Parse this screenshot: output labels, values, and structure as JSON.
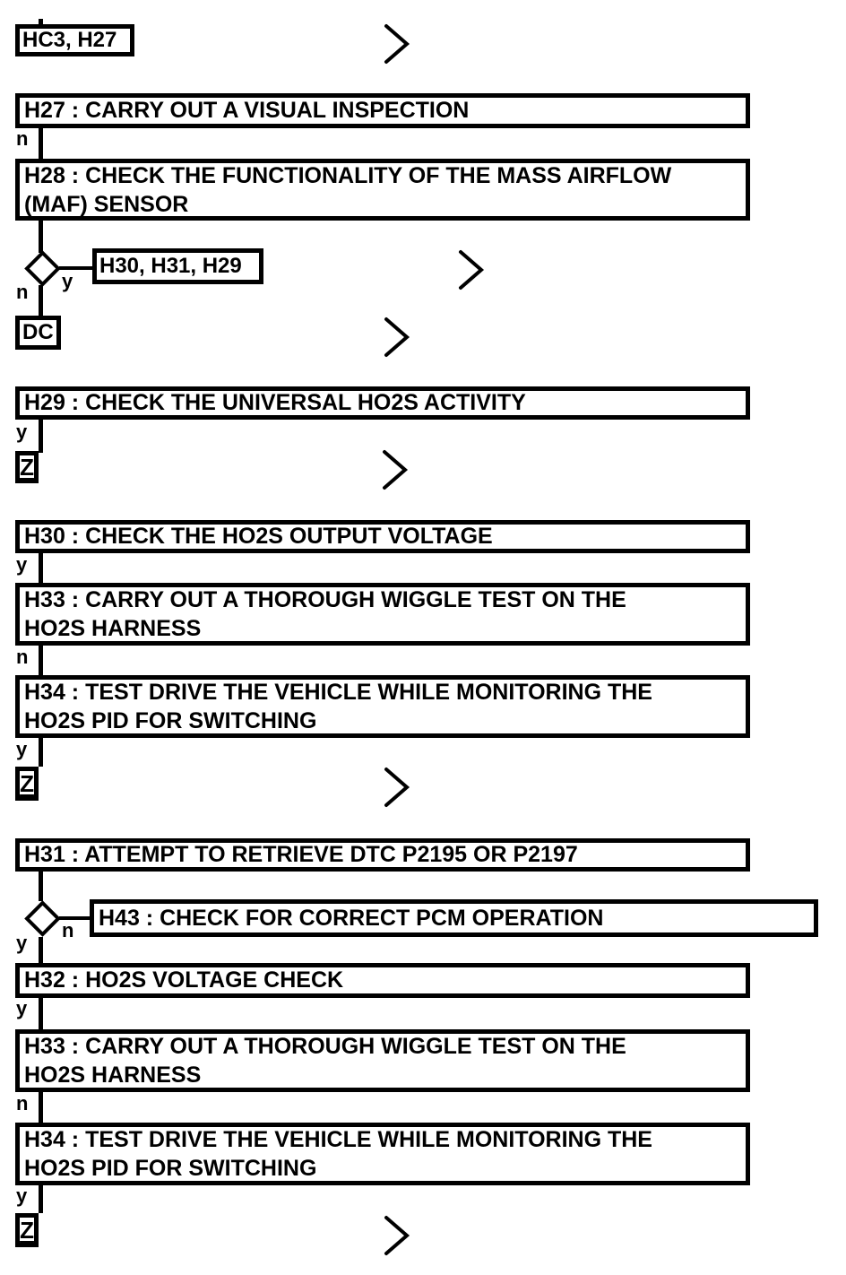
{
  "flow": {
    "labels": {
      "yes": "y",
      "no": "n"
    },
    "start_ref": {
      "text": "HC3, H27"
    },
    "refs": {
      "maf_fail": {
        "text": "H30, H31, H29"
      },
      "dc": {
        "text": "DC"
      },
      "z": {
        "text": "Z"
      }
    },
    "nodes": {
      "h27": {
        "text": "H27 : CARRY OUT A VISUAL INSPECTION"
      },
      "h28": {
        "line1": "H28 : CHECK THE FUNCTIONALITY OF THE MASS AIRFLOW",
        "line2": "(MAF) SENSOR"
      },
      "h29": {
        "text": "H29 : CHECK THE UNIVERSAL HO2S ACTIVITY"
      },
      "h30": {
        "text": "H30 : CHECK THE HO2S OUTPUT VOLTAGE"
      },
      "h31": {
        "text": "H31 : ATTEMPT TO RETRIEVE DTC P2195 OR P2197"
      },
      "h32": {
        "text": "H32 : HO2S VOLTAGE CHECK"
      },
      "h33": {
        "line1": "H33 : CARRY OUT A THOROUGH WIGGLE TEST ON THE",
        "line2": "HO2S HARNESS"
      },
      "h34": {
        "line1": "H34 : TEST DRIVE THE VEHICLE WHILE MONITORING THE",
        "line2": "HO2S PID FOR SWITCHING"
      },
      "h43": {
        "text": "H43 : CHECK FOR CORRECT PCM OPERATION"
      }
    },
    "icons": {
      "continuation": "chevron-right"
    },
    "colors": {
      "ink": "#000000",
      "paper": "#ffffff"
    }
  }
}
